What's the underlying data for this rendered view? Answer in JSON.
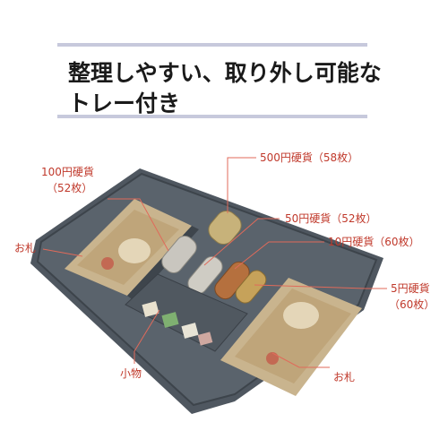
{
  "heading": {
    "line1": "整理しやすい、取り外し可能な",
    "line2": "トレー付き"
  },
  "colors": {
    "accent_band": "#c7c9dc",
    "label_color": "#c0392b",
    "leader_line": "#e06a5a",
    "tray": "#4d555e"
  },
  "labels": {
    "coin100_line1": "100円硬貨",
    "coin100_line2": "（52枚）",
    "coin500": "500円硬貨（58枚）",
    "coin50": "50円硬貨（52枚）",
    "coin10": "10円硬貨（60枚）",
    "coin5_line1": "5円硬貨",
    "coin5_line2": "（60枚）",
    "bills_left": "お札",
    "bills_right": "お札",
    "small_items": "小物"
  }
}
